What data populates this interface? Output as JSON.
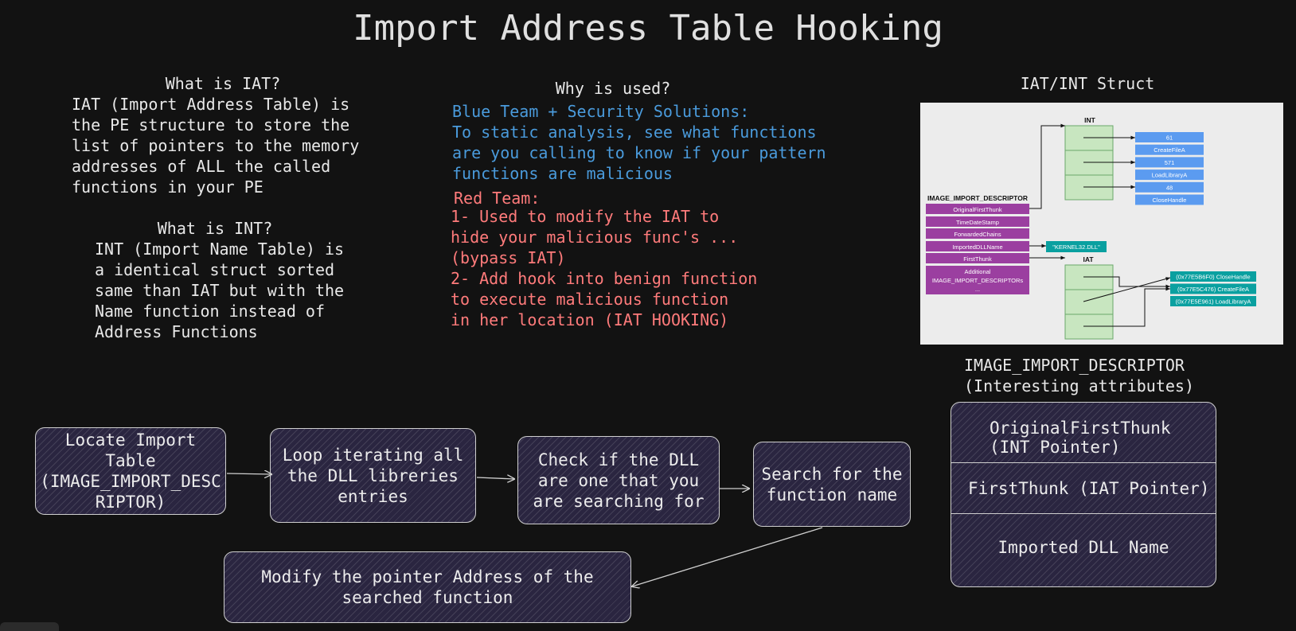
{
  "title": "Import Address Table Hooking",
  "what_is_iat": {
    "heading": "What is IAT?",
    "body": "IAT (Import Address Table) is\nthe PE structure to store the\nlist of pointers to the memory\naddresses of ALL the called\nfunctions in your PE"
  },
  "what_is_int": {
    "heading": "What is INT?",
    "body": "INT (Import Name Table) is\na identical struct sorted\nsame than IAT but with the\nName function instead of\nAddress Functions"
  },
  "why_used": {
    "heading": "Why is used?",
    "blue_heading": "Blue Team + Security Solutions:",
    "blue_body": "To static analysis, see what functions\nare you calling to know if your pattern\nfunctions are malicious",
    "red_heading": "Red Team:",
    "red_body": "1- Used to modify the IAT to\nhide your malicious func's ...\n(bypass IAT)\n2- Add hook into benign function\nto execute malicious function\nin her location (IAT HOOKING)"
  },
  "struct": {
    "heading": "IAT/INT Struct",
    "descriptor_title": "IMAGE_IMPORT_DESCRIPTOR",
    "int_label": "INT",
    "iat_label": "IAT",
    "fields": [
      "OriginalFirstThunk",
      "TimeDateStamp",
      "ForwardedChains",
      "ImportedDLLName",
      "FirstThunk",
      "Additional\nIMAGE_IMPORT_DESCRIPTORs\n..."
    ],
    "int_entries": [
      "61",
      "CreateFileA",
      "571",
      "LoadLibraryA",
      "48",
      "CloseHandle"
    ],
    "dll_name": "\"KERNEL32.DLL\"",
    "iat_entries": [
      "(0x77E5B6F0) CloseHandle",
      "(0x77E5C476) CreateFileA",
      "(0x77E5E961) LoadLibraryA"
    ],
    "colors": {
      "field": "#9b3fa0",
      "int_entry": "#5b9bf0",
      "table": "#c8e6c0",
      "iat_entry": "#0aa0a0"
    }
  },
  "descriptor_section": {
    "heading": "IMAGE_IMPORT_DESCRIPTOR\n(Interesting attributes)",
    "items": [
      "OriginalFirstThunk\n(INT Pointer)",
      "FirstThunk (IAT Pointer)",
      "Imported DLL Name"
    ]
  },
  "flow": {
    "step1": "Locate Import\nTable\n(IMAGE_IMPORT_DESC\nRIPTOR)",
    "step2": "Loop iterating all\nthe DLL libreries\nentries",
    "step3": "Check if the DLL\nare one that you\nare searching for",
    "step4": "Search for the\nfunction name",
    "step5": "Modify the pointer Address of the\nsearched function"
  }
}
